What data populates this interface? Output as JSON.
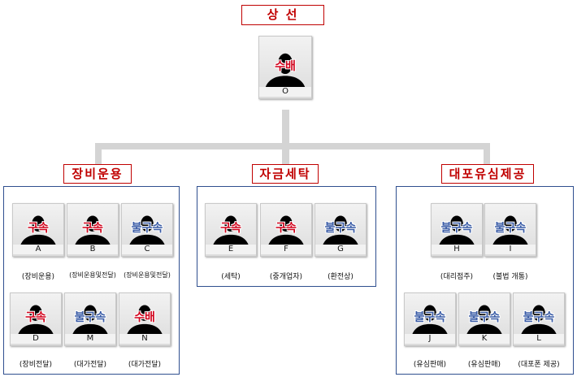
{
  "top": {
    "title": "상 선",
    "member": {
      "letter": "O",
      "status": "수배"
    }
  },
  "groups": [
    {
      "title": "장비운용",
      "members": [
        {
          "letter": "A",
          "status": "구속",
          "role": "(장비운용)"
        },
        {
          "letter": "B",
          "status": "구속",
          "role": "(장비운용및전달)"
        },
        {
          "letter": "C",
          "status": "불구속",
          "role": "(장비운용및전달)"
        },
        {
          "letter": "D",
          "status": "구속",
          "role": "(장비전달)"
        },
        {
          "letter": "M",
          "status": "불구속",
          "role": "(대가전달)"
        },
        {
          "letter": "N",
          "status": "수배",
          "role": "(대가전달)"
        }
      ]
    },
    {
      "title": "자금세탁",
      "members": [
        {
          "letter": "E",
          "status": "구속",
          "role": "(세탁)"
        },
        {
          "letter": "F",
          "status": "구속",
          "role": "(중개업자)"
        },
        {
          "letter": "G",
          "status": "불구속",
          "role": "(환전상)"
        }
      ]
    },
    {
      "title": "대포유심제공",
      "members": [
        {
          "letter": "H",
          "status": "불구속",
          "role": "(대리점주)"
        },
        {
          "letter": "I",
          "status": "불구속",
          "role": "(불법 개통)"
        },
        {
          "letter": "J",
          "status": "불구속",
          "role": "(유심판매)"
        },
        {
          "letter": "K",
          "status": "불구속",
          "role": "(유심판매)"
        },
        {
          "letter": "L",
          "status": "불구속",
          "role": "(대포폰 제공)"
        }
      ]
    }
  ],
  "colors": {
    "arrested": "#d0021b",
    "wanted": "#d0021b",
    "not_detained": "#3a5ca6",
    "title_border": "#c00000",
    "group_border": "#2f4f8f"
  }
}
